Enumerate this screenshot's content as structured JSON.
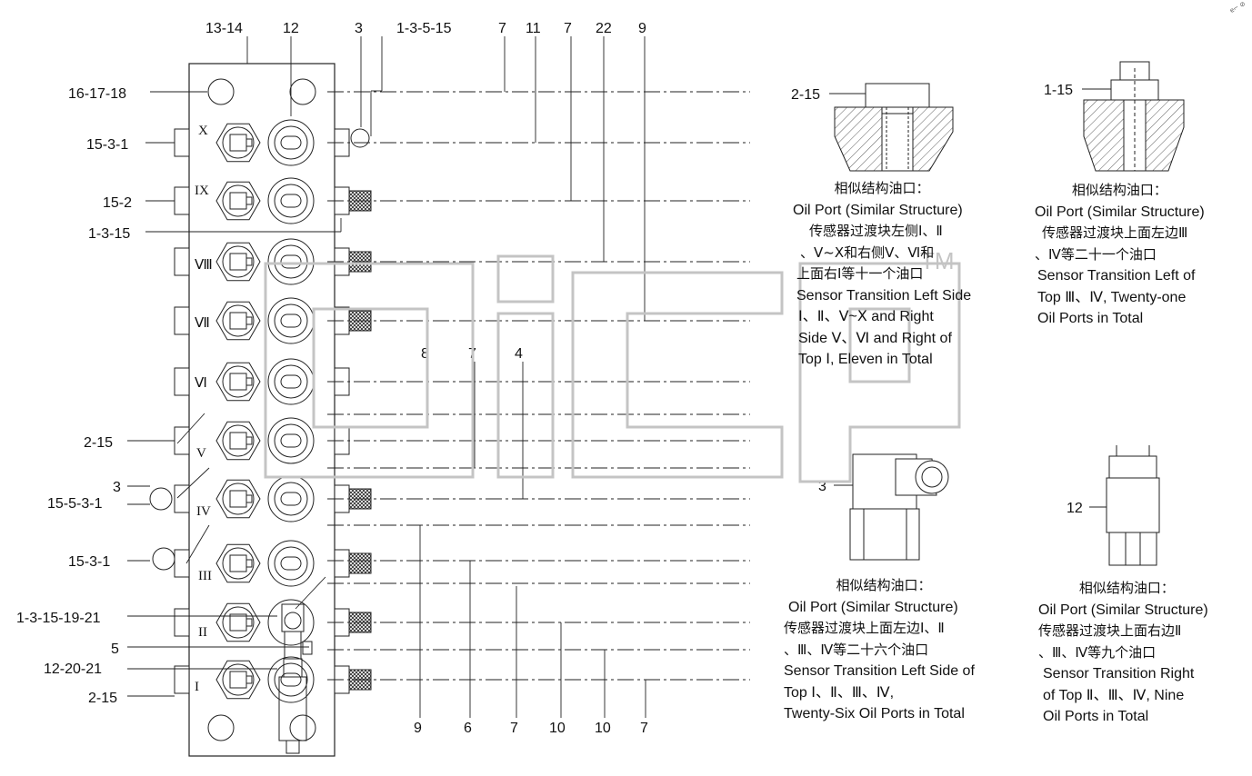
{
  "watermark": {
    "letters": [
      "D",
      "I",
      "C",
      "P"
    ],
    "trademark": "TM",
    "color": "#bdbdbd"
  },
  "corner_mark": "e⌐ ⊘",
  "top_labels": [
    "13-14",
    "12",
    "3",
    "1-3-5-15",
    "7",
    "11",
    "7",
    "22",
    "9"
  ],
  "left_labels": [
    "16-17-18",
    "15-3-1",
    "15-2",
    "1-3-15",
    "2-15",
    "3",
    "15-5-3-1",
    "15-3-1",
    "1-3-15-19-21",
    "5",
    "12-20-21",
    "2-15"
  ],
  "mid_labels": [
    "8",
    "7",
    "4"
  ],
  "bottom_labels": [
    "9",
    "6",
    "7",
    "10",
    "10",
    "7"
  ],
  "rows": [
    {
      "roman": "X"
    },
    {
      "roman": "IX"
    },
    {
      "roman": "Ⅷ"
    },
    {
      "roman": "Ⅶ"
    },
    {
      "roman": "Ⅵ"
    },
    {
      "roman": "V"
    },
    {
      "roman": "IV"
    },
    {
      "roman": "III"
    },
    {
      "roman": "II"
    },
    {
      "roman": "I"
    }
  ],
  "detail_labels": {
    "d1": "2-15",
    "d2": "1-15",
    "d3": "3",
    "d4": "12"
  },
  "notes": {
    "n1": {
      "lines": [
        "相似结构油口：",
        "Oil Port (Similar Structure)",
        "传感器过渡块左侧Ⅰ、Ⅱ",
        "、Ⅴ~Ⅹ和右侧Ⅴ、Ⅵ和",
        "上面右Ⅰ等十一个油口",
        "Sensor Transition Left Side",
        "Ⅰ、Ⅱ、Ⅴ~Ⅹ and Right",
        "Side Ⅴ、Ⅵ and Right of",
        "Top Ⅰ, Eleven in Total"
      ]
    },
    "n2": {
      "lines": [
        "相似结构油口：",
        "Oil Port (Similar Structure)",
        "传感器过渡块上面左边Ⅲ",
        "、Ⅳ等二十一个油口",
        "Sensor Transition Left of",
        "Top Ⅲ、Ⅳ, Twenty-one",
        "Oil Ports in Total"
      ]
    },
    "n3": {
      "lines": [
        "相似结构油口：",
        "Oil Port (Similar Structure)",
        "传感器过渡块上面左边Ⅰ、Ⅱ",
        "、Ⅲ、Ⅳ等二十六个油口",
        "Sensor Transition Left Side of",
        "Top Ⅰ、Ⅱ、Ⅲ、Ⅳ,",
        "Twenty-Six Oil Ports in Total"
      ]
    },
    "n4": {
      "lines": [
        "相似结构油口：",
        "Oil Port (Similar Structure)",
        "传感器过渡块上面右边Ⅱ",
        "、Ⅲ、Ⅳ等九个油口",
        "Sensor Transition Right",
        "of Top Ⅱ、Ⅲ、Ⅳ, Nine",
        "Oil Ports in Total"
      ]
    }
  }
}
